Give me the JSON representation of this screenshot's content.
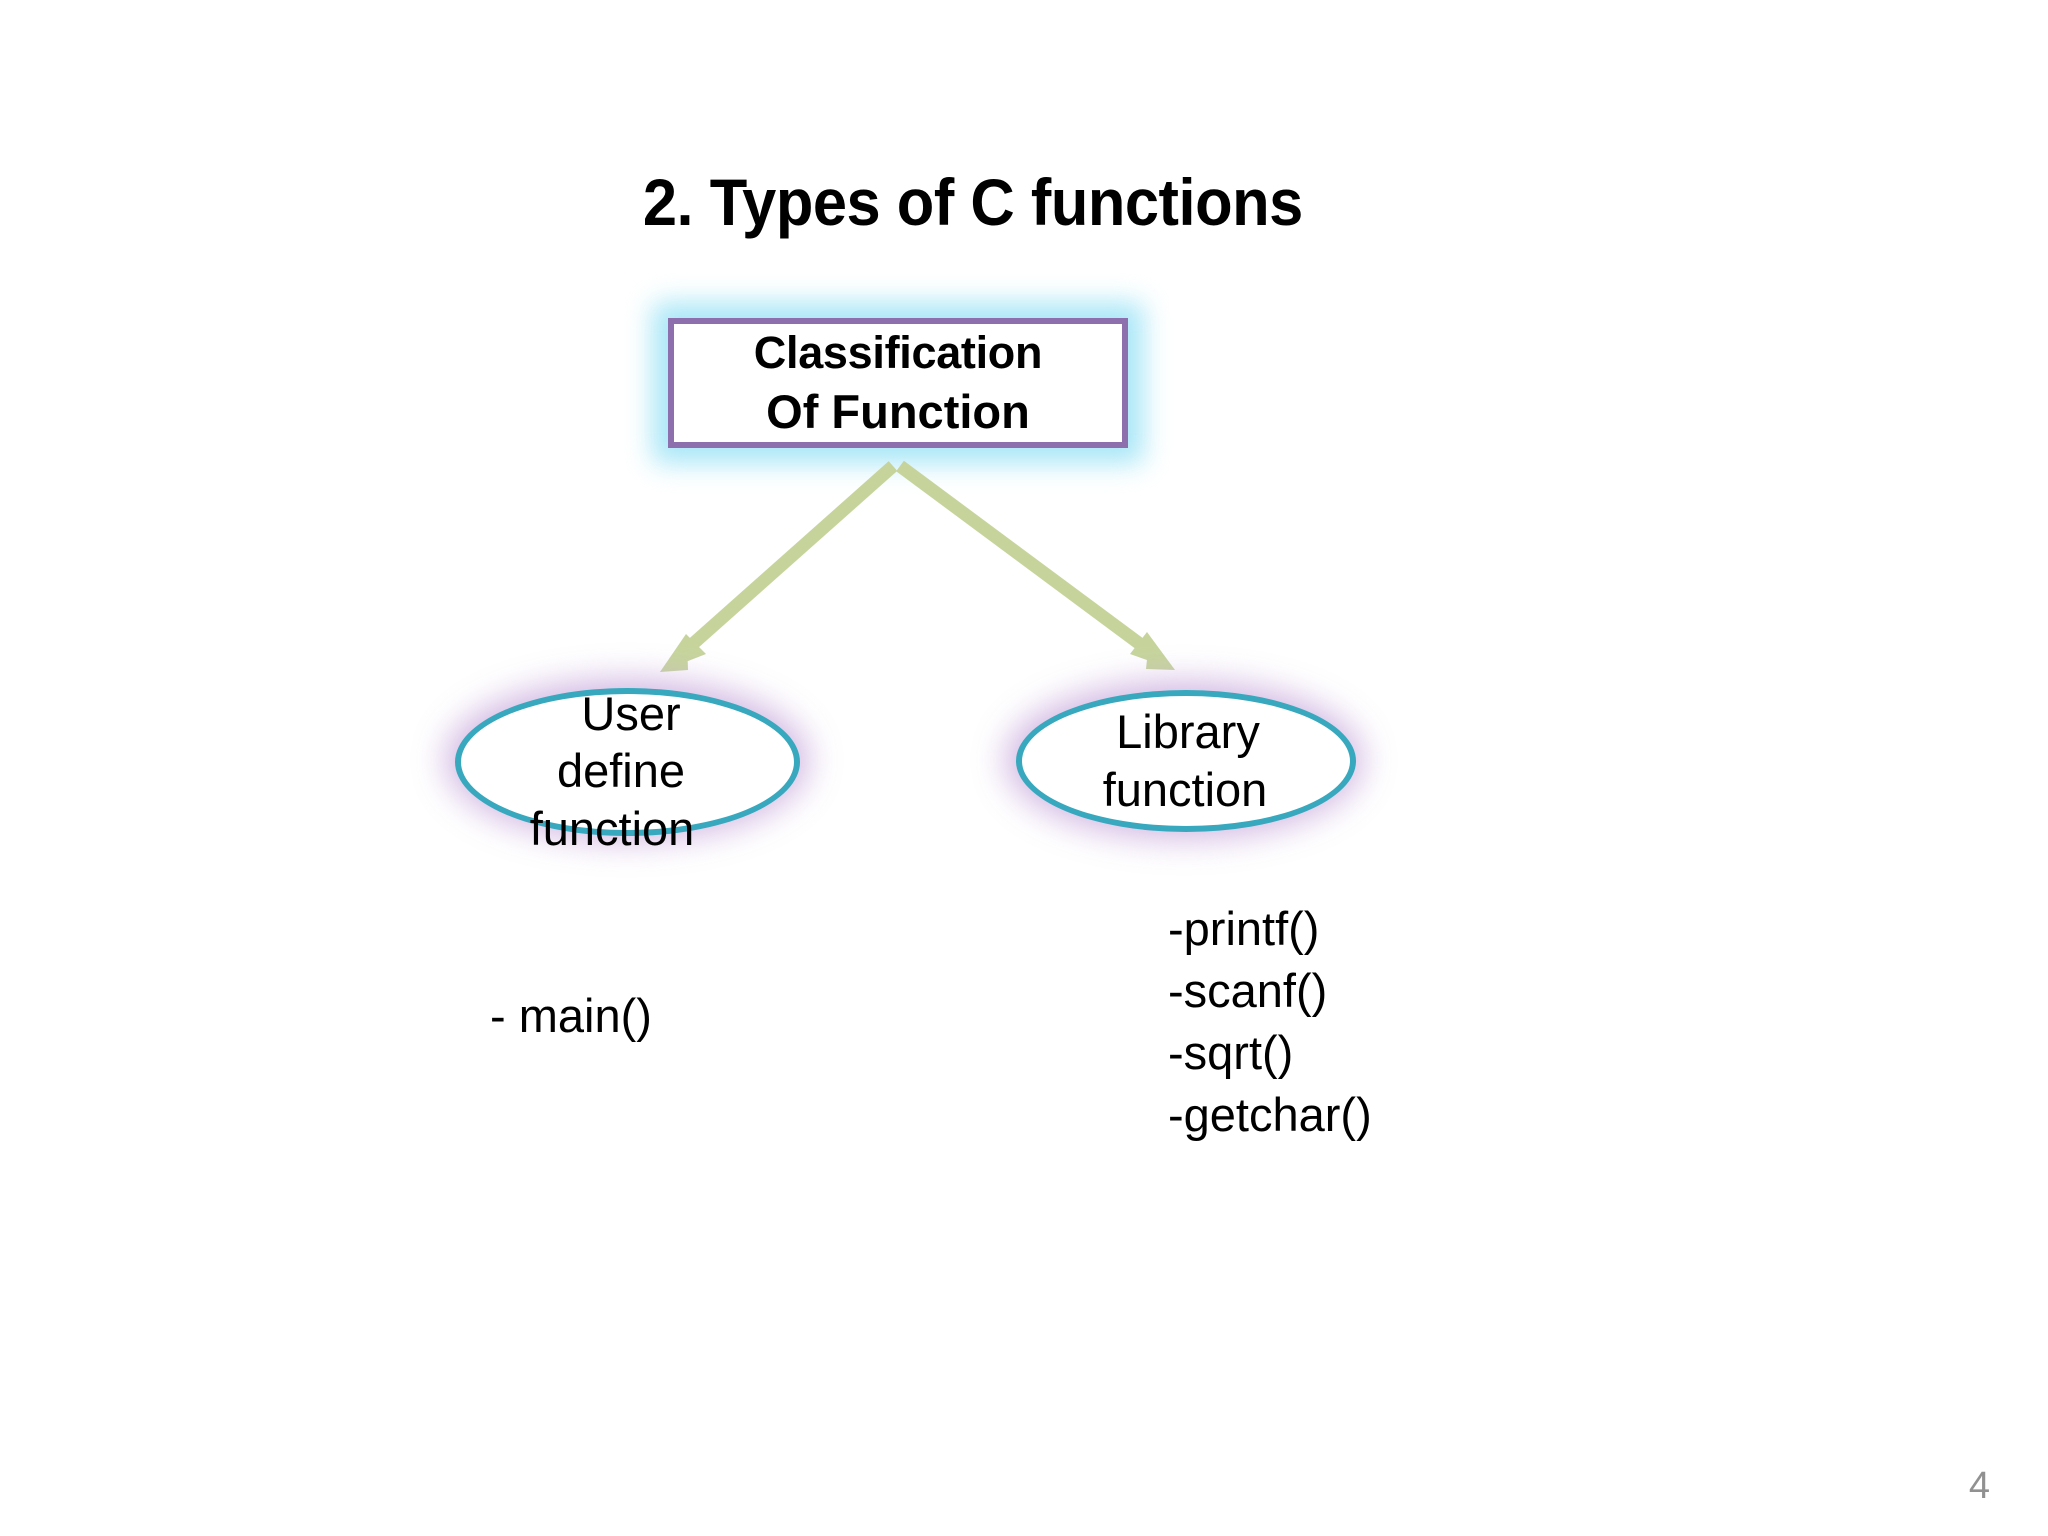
{
  "slide": {
    "title": "2. Types of C functions",
    "page_number": "4",
    "background_color": "#ffffff"
  },
  "root_box": {
    "line1": "Classification",
    "line2": "Of Function",
    "border_color": "#8d6fae",
    "glow_color": "#a6e6f7",
    "fill_color": "#ffffff",
    "text_color": "#000000"
  },
  "connectors": {
    "color": "#c6d49c",
    "left_arrow_label": "arrow-to-user-define-function",
    "right_arrow_label": "arrow-to-library-function"
  },
  "nodes": [
    {
      "id": "user-define-function",
      "lines": [
        "User",
        "define",
        "function"
      ],
      "border_color": "#37a8bd",
      "glow_color": "#c8a8dc",
      "fill_color": "#ffffff"
    },
    {
      "id": "library-function",
      "lines": [
        "Library",
        "function"
      ],
      "border_color": "#37a8bd",
      "glow_color": "#c8a8dc",
      "fill_color": "#ffffff"
    }
  ],
  "examples": {
    "user_define": [
      "- main()"
    ],
    "library": [
      "-printf()",
      "-scanf()",
      "-sqrt()",
      "-getchar()"
    ]
  }
}
